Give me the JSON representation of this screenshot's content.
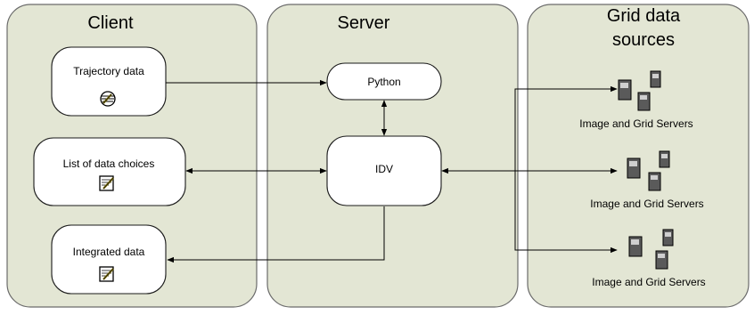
{
  "panels": {
    "client": {
      "title": "Client"
    },
    "server": {
      "title": "Server"
    },
    "grid": {
      "title_line1": "Grid data",
      "title_line2": "sources"
    }
  },
  "nodes": {
    "trajectory": {
      "label": "Trajectory data",
      "icon": "globe-document-icon"
    },
    "choices": {
      "label": "List of data choices",
      "icon": "document-pen-icon"
    },
    "integrated": {
      "label": "Integrated data",
      "icon": "document-pen-icon"
    },
    "python": {
      "label": "Python"
    },
    "idv": {
      "label": "IDV"
    }
  },
  "servers": [
    {
      "label": "Image and Grid Servers",
      "icon": "server-cluster-icon"
    },
    {
      "label": "Image and Grid Servers",
      "icon": "server-cluster-icon"
    },
    {
      "label": "Image and Grid Servers",
      "icon": "server-cluster-icon"
    }
  ],
  "colors": {
    "panel_fill": "#e3e6d4",
    "node_fill": "#ffffff",
    "line": "#000000"
  }
}
